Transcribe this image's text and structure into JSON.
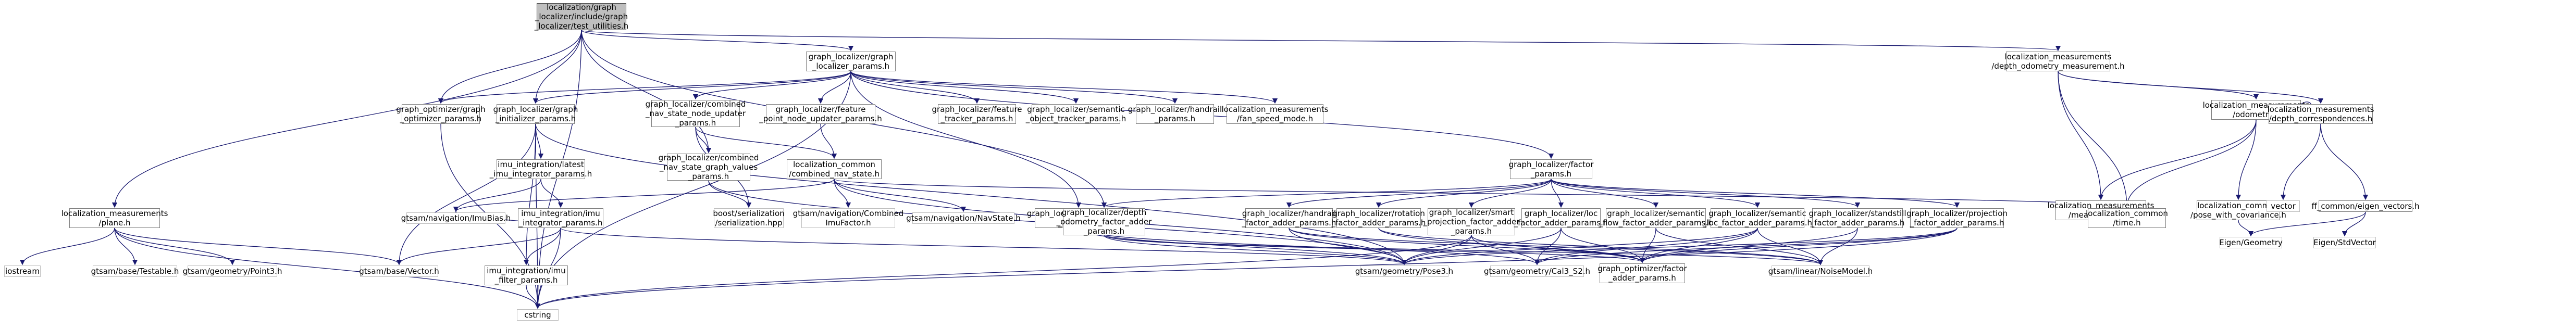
{
  "diagram": {
    "type": "include-dependency-graph",
    "colors": {
      "edge": "#191970",
      "root_fill": "#bfbfbf",
      "node_border": "#7f7f7f",
      "leaf_border": "#bfbfbf"
    },
    "nodes": [
      {
        "id": "root",
        "label": "localization/graph\n_localizer/include/graph\n_localizer/test_utilities.h",
        "root": true
      },
      {
        "id": "gl_params",
        "label": "graph_localizer/graph\n_localizer_params.h"
      },
      {
        "id": "ddom",
        "label": "localization_measurements\n/depth_odometry_measurement.h"
      },
      {
        "id": "opt_params",
        "label": "graph_optimizer/graph\n_optimizer_params.h"
      },
      {
        "id": "init_params",
        "label": "graph_localizer/graph\n_initializer_params.h"
      },
      {
        "id": "combined_updater",
        "label": "graph_localizer/combined\n_nav_state_node_updater\n_params.h"
      },
      {
        "id": "fp_updater",
        "label": "graph_localizer/feature\n_point_node_updater_params.h"
      },
      {
        "id": "ft_params",
        "label": "graph_localizer/feature\n_tracker_params.h"
      },
      {
        "id": "sot_params",
        "label": "graph_localizer/semantic\n_object_tracker_params.h"
      },
      {
        "id": "hr_params",
        "label": "graph_localizer/handrail\n_params.h"
      },
      {
        "id": "fan",
        "label": "localization_measurements\n/fan_speed_mode.h"
      },
      {
        "id": "meas_odom",
        "label": "localization_measurements\n/odometry.h"
      },
      {
        "id": "meas_corr",
        "label": "localization_measurements\n/depth_correspondences.h"
      },
      {
        "id": "imu_latest",
        "label": "imu_integration/latest\n_imu_integrator_params.h"
      },
      {
        "id": "cnsg_values",
        "label": "graph_localizer/combined\n_nav_state_graph_values\n_params.h"
      },
      {
        "id": "cns",
        "label": "localization_common\n/combined_nav_state.h"
      },
      {
        "id": "factor_params",
        "label": "graph_localizer/factor\n_params.h"
      },
      {
        "id": "meas_measurement",
        "label": "localization_measurements\n/measurement.h"
      },
      {
        "id": "pose_cov",
        "label": "localization_common\n/pose_with_covariance.h"
      },
      {
        "id": "vector",
        "label": "vector",
        "plain": true
      },
      {
        "id": "ff_eigen",
        "label": "ff_common/eigen_vectors.h"
      },
      {
        "id": "plane",
        "label": "localization_measurements\n/plane.h"
      },
      {
        "id": "imu_int",
        "label": "imu_integration/imu\n_integrator_params.h"
      },
      {
        "id": "navimu",
        "label": "gtsam/navigation/ImuBias.h",
        "plain": true
      },
      {
        "id": "boost_ser",
        "label": "boost/serialization\n/serialization.hpp",
        "plain": true
      },
      {
        "id": "combined_imu",
        "label": "gtsam/navigation/Combined\nImuFactor.h",
        "plain": true
      },
      {
        "id": "navstate",
        "label": "gtsam/navigation/NavState.h",
        "plain": true
      },
      {
        "id": "calib",
        "label": "graph_localizer/calibration\n_params.h"
      },
      {
        "id": "depth_ofa",
        "label": "graph_localizer/depth\n_odometry_factor_adder\n_params.h"
      },
      {
        "id": "handrail_fa",
        "label": "graph_localizer/handrail\n_factor_adder_params.h"
      },
      {
        "id": "rot_fa",
        "label": "graph_localizer/rotation\n_factor_adder_params.h"
      },
      {
        "id": "smart_fa",
        "label": "graph_localizer/smart\n_projection_factor_adder\n_params.h"
      },
      {
        "id": "loc_fa",
        "label": "graph_localizer/loc\n_factor_adder_params.h"
      },
      {
        "id": "sem_flow_fa",
        "label": "graph_localizer/semantic\n_flow_factor_adder_params.h"
      },
      {
        "id": "sem_loc_fa",
        "label": "graph_localizer/semantic\n_loc_factor_adder_params.h"
      },
      {
        "id": "standstill_fa",
        "label": "graph_localizer/standstill\n_factor_adder_params.h"
      },
      {
        "id": "proj_fa",
        "label": "graph_localizer/projection\n_factor_adder_params.h"
      },
      {
        "id": "time",
        "label": "localization_common\n/time.h"
      },
      {
        "id": "eigen_geom",
        "label": "Eigen/Geometry",
        "plain": true
      },
      {
        "id": "eigen_std",
        "label": "Eigen/StdVector",
        "plain": true
      },
      {
        "id": "iostream",
        "label": "iostream",
        "plain": true
      },
      {
        "id": "testable",
        "label": "gtsam/base/Testable.h",
        "plain": true
      },
      {
        "id": "point3",
        "label": "gtsam/geometry/Point3.h",
        "plain": true
      },
      {
        "id": "basevec",
        "label": "gtsam/base/Vector.h",
        "plain": true
      },
      {
        "id": "imu_filter",
        "label": "imu_integration/imu\n_filter_params.h"
      },
      {
        "id": "pose3",
        "label": "gtsam/geometry/Pose3.h",
        "plain": true
      },
      {
        "id": "cal3s2",
        "label": "gtsam/geometry/Cal3_S2.h",
        "plain": true
      },
      {
        "id": "opt_fa",
        "label": "graph_optimizer/factor\n_adder_params.h"
      },
      {
        "id": "noise",
        "label": "gtsam/linear/NoiseModel.h",
        "plain": true
      },
      {
        "id": "cstring",
        "label": "cstring",
        "plain": true
      }
    ],
    "edges": [
      [
        "root",
        "gl_params"
      ],
      [
        "root",
        "ddom"
      ],
      [
        "root",
        "opt_params"
      ],
      [
        "root",
        "init_params"
      ],
      [
        "root",
        "plane"
      ],
      [
        "root",
        "cnsg_values"
      ],
      [
        "root",
        "depth_ofa"
      ],
      [
        "root",
        "cstring"
      ],
      [
        "gl_params",
        "opt_params"
      ],
      [
        "gl_params",
        "init_params"
      ],
      [
        "gl_params",
        "combined_updater"
      ],
      [
        "gl_params",
        "fp_updater"
      ],
      [
        "gl_params",
        "ft_params"
      ],
      [
        "gl_params",
        "sot_params"
      ],
      [
        "gl_params",
        "hr_params"
      ],
      [
        "gl_params",
        "fan"
      ],
      [
        "gl_params",
        "factor_params"
      ],
      [
        "gl_params",
        "calib"
      ],
      [
        "gl_params",
        "cstring"
      ],
      [
        "ddom",
        "meas_odom"
      ],
      [
        "ddom",
        "meas_corr"
      ],
      [
        "ddom",
        "meas_measurement"
      ],
      [
        "ddom",
        "time"
      ],
      [
        "meas_odom",
        "meas_odom"
      ],
      [
        "meas_odom",
        "meas_measurement"
      ],
      [
        "meas_odom",
        "pose_cov"
      ],
      [
        "meas_odom",
        "time"
      ],
      [
        "meas_corr",
        "ff_eigen"
      ],
      [
        "meas_corr",
        "vector"
      ],
      [
        "meas_measurement",
        "time"
      ],
      [
        "pose_cov",
        "eigen_geom"
      ],
      [
        "ff_eigen",
        "eigen_geom"
      ],
      [
        "ff_eigen",
        "eigen_std"
      ],
      [
        "opt_params",
        "cstring"
      ],
      [
        "init_params",
        "imu_latest"
      ],
      [
        "init_params",
        "basevec"
      ],
      [
        "init_params",
        "pose3"
      ],
      [
        "init_params",
        "imu_filter"
      ],
      [
        "init_params",
        "cstring"
      ],
      [
        "imu_latest",
        "imu_int"
      ],
      [
        "imu_latest",
        "navimu"
      ],
      [
        "imu_int",
        "navimu"
      ],
      [
        "imu_int",
        "basevec"
      ],
      [
        "imu_int",
        "imu_filter"
      ],
      [
        "imu_int",
        "pose3"
      ],
      [
        "imu_int",
        "cstring"
      ],
      [
        "imu_filter",
        "cstring"
      ],
      [
        "combined_updater",
        "cnsg_values"
      ],
      [
        "combined_updater",
        "cns"
      ],
      [
        "combined_updater",
        "boost_ser"
      ],
      [
        "cnsg_values",
        "boost_ser"
      ],
      [
        "cnsg_values",
        "pose3"
      ],
      [
        "fp_updater",
        "cns"
      ],
      [
        "cns",
        "navimu"
      ],
      [
        "cns",
        "combined_imu"
      ],
      [
        "cns",
        "navstate"
      ],
      [
        "cns",
        "time"
      ],
      [
        "cns",
        "pose3"
      ],
      [
        "factor_params",
        "depth_ofa"
      ],
      [
        "factor_params",
        "handrail_fa"
      ],
      [
        "factor_params",
        "rot_fa"
      ],
      [
        "factor_params",
        "smart_fa"
      ],
      [
        "factor_params",
        "loc_fa"
      ],
      [
        "factor_params",
        "sem_flow_fa"
      ],
      [
        "factor_params",
        "sem_loc_fa"
      ],
      [
        "factor_params",
        "standstill_fa"
      ],
      [
        "factor_params",
        "proj_fa"
      ],
      [
        "calib",
        "pose3"
      ],
      [
        "calib",
        "cal3s2"
      ],
      [
        "depth_ofa",
        "opt_fa"
      ],
      [
        "depth_ofa",
        "pose3"
      ],
      [
        "depth_ofa",
        "noise"
      ],
      [
        "handrail_fa",
        "opt_fa"
      ],
      [
        "handrail_fa",
        "pose3"
      ],
      [
        "handrail_fa",
        "noise"
      ],
      [
        "rot_fa",
        "opt_fa"
      ],
      [
        "rot_fa",
        "noise"
      ],
      [
        "smart_fa",
        "opt_fa"
      ],
      [
        "smart_fa",
        "cal3s2"
      ],
      [
        "smart_fa",
        "pose3"
      ],
      [
        "smart_fa",
        "cstring"
      ],
      [
        "loc_fa",
        "opt_fa"
      ],
      [
        "loc_fa",
        "pose3"
      ],
      [
        "loc_fa",
        "cal3s2"
      ],
      [
        "sem_flow_fa",
        "opt_fa"
      ],
      [
        "sem_flow_fa",
        "noise"
      ],
      [
        "sem_loc_fa",
        "opt_fa"
      ],
      [
        "sem_loc_fa",
        "pose3"
      ],
      [
        "sem_loc_fa",
        "cal3s2"
      ],
      [
        "sem_loc_fa",
        "noise"
      ],
      [
        "standstill_fa",
        "opt_fa"
      ],
      [
        "standstill_fa",
        "noise"
      ],
      [
        "proj_fa",
        "opt_fa"
      ],
      [
        "proj_fa",
        "cal3s2"
      ],
      [
        "proj_fa",
        "pose3"
      ],
      [
        "proj_fa",
        "cstring"
      ],
      [
        "plane",
        "iostream"
      ],
      [
        "plane",
        "testable"
      ],
      [
        "plane",
        "point3"
      ],
      [
        "plane",
        "basevec"
      ],
      [
        "plane",
        "cstring"
      ]
    ]
  }
}
